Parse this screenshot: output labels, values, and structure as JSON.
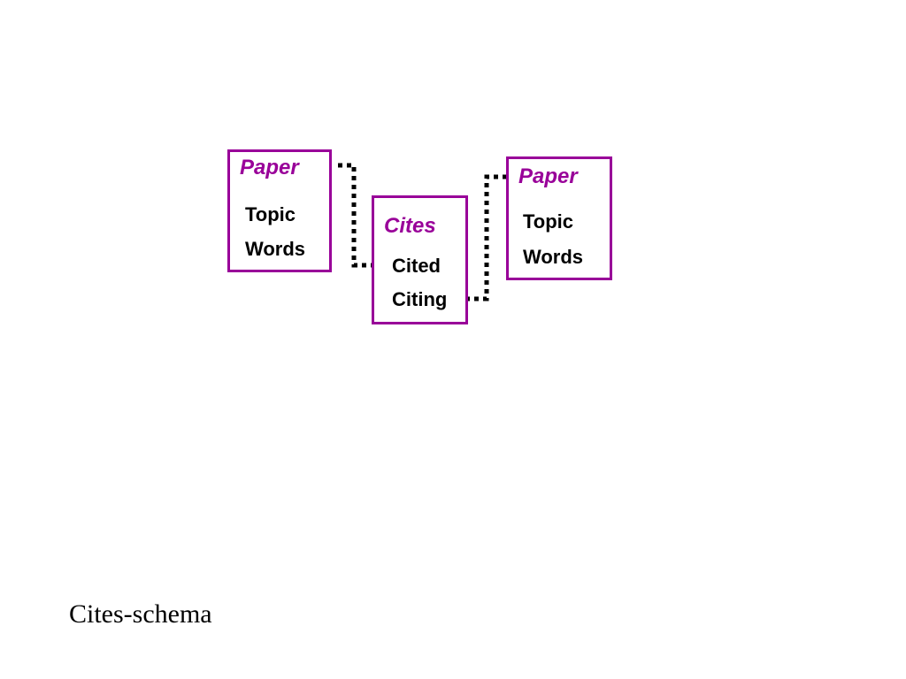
{
  "colors": {
    "entity_border": "#990099",
    "entity_title": "#990099",
    "attribute_text": "#000000",
    "link": "#000000"
  },
  "entities": {
    "paper_left": {
      "title": "Paper",
      "attributes": [
        "Topic",
        "Words"
      ]
    },
    "cites": {
      "title": "Cites",
      "attributes": [
        "Cited",
        "Citing"
      ]
    },
    "paper_right": {
      "title": "Paper",
      "attributes": [
        "Topic",
        "Words"
      ]
    }
  },
  "links": [
    {
      "from": "paper_left",
      "to": "cites.Cited",
      "style": "dotted"
    },
    {
      "from": "cites.Citing",
      "to": "paper_right",
      "style": "dotted"
    }
  ],
  "caption": "Cites-schema"
}
